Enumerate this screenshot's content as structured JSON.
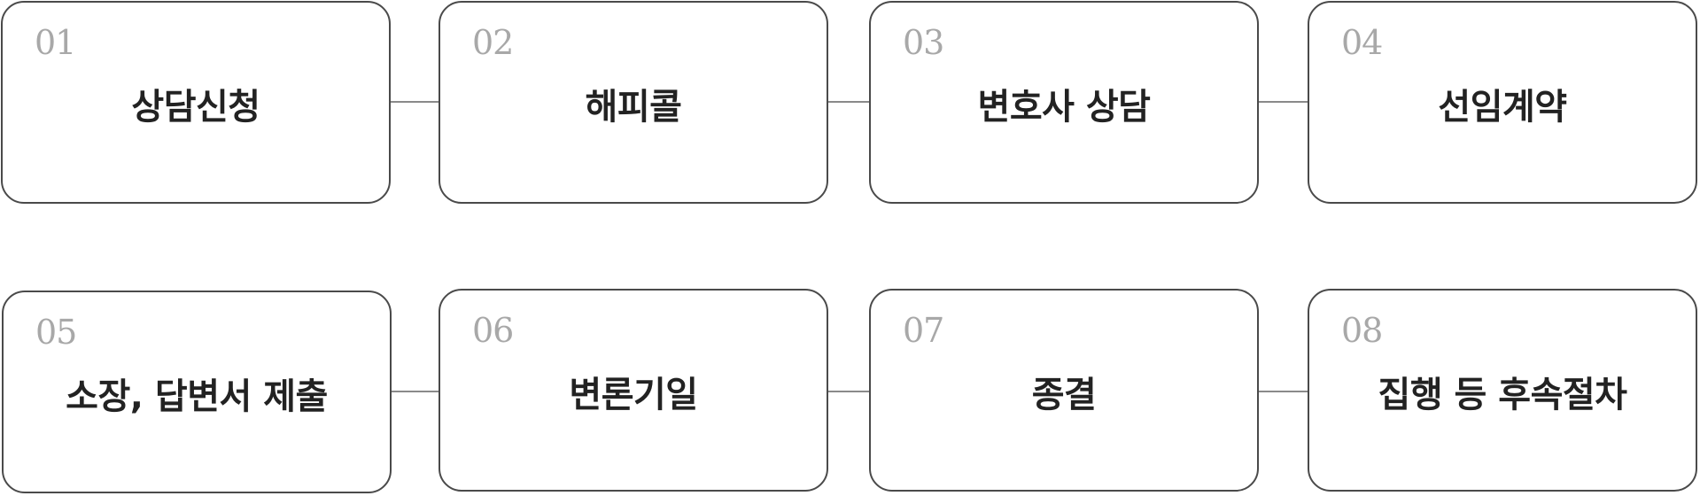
{
  "steps": [
    {
      "number": "01",
      "title": "상담신청"
    },
    {
      "number": "02",
      "title": "해피콜"
    },
    {
      "number": "03",
      "title": "변호사 상담"
    },
    {
      "number": "04",
      "title": "선임계약"
    },
    {
      "number": "05",
      "title": "소장, 답변서 제출"
    },
    {
      "number": "06",
      "title": "변론기일"
    },
    {
      "number": "07",
      "title": "종결"
    },
    {
      "number": "08",
      "title": "집행 등 후속절차"
    }
  ],
  "colors": {
    "border": "#4a4a4a",
    "number": "#a8a8a8",
    "title": "#222222",
    "connector": "#8a8a8a"
  }
}
